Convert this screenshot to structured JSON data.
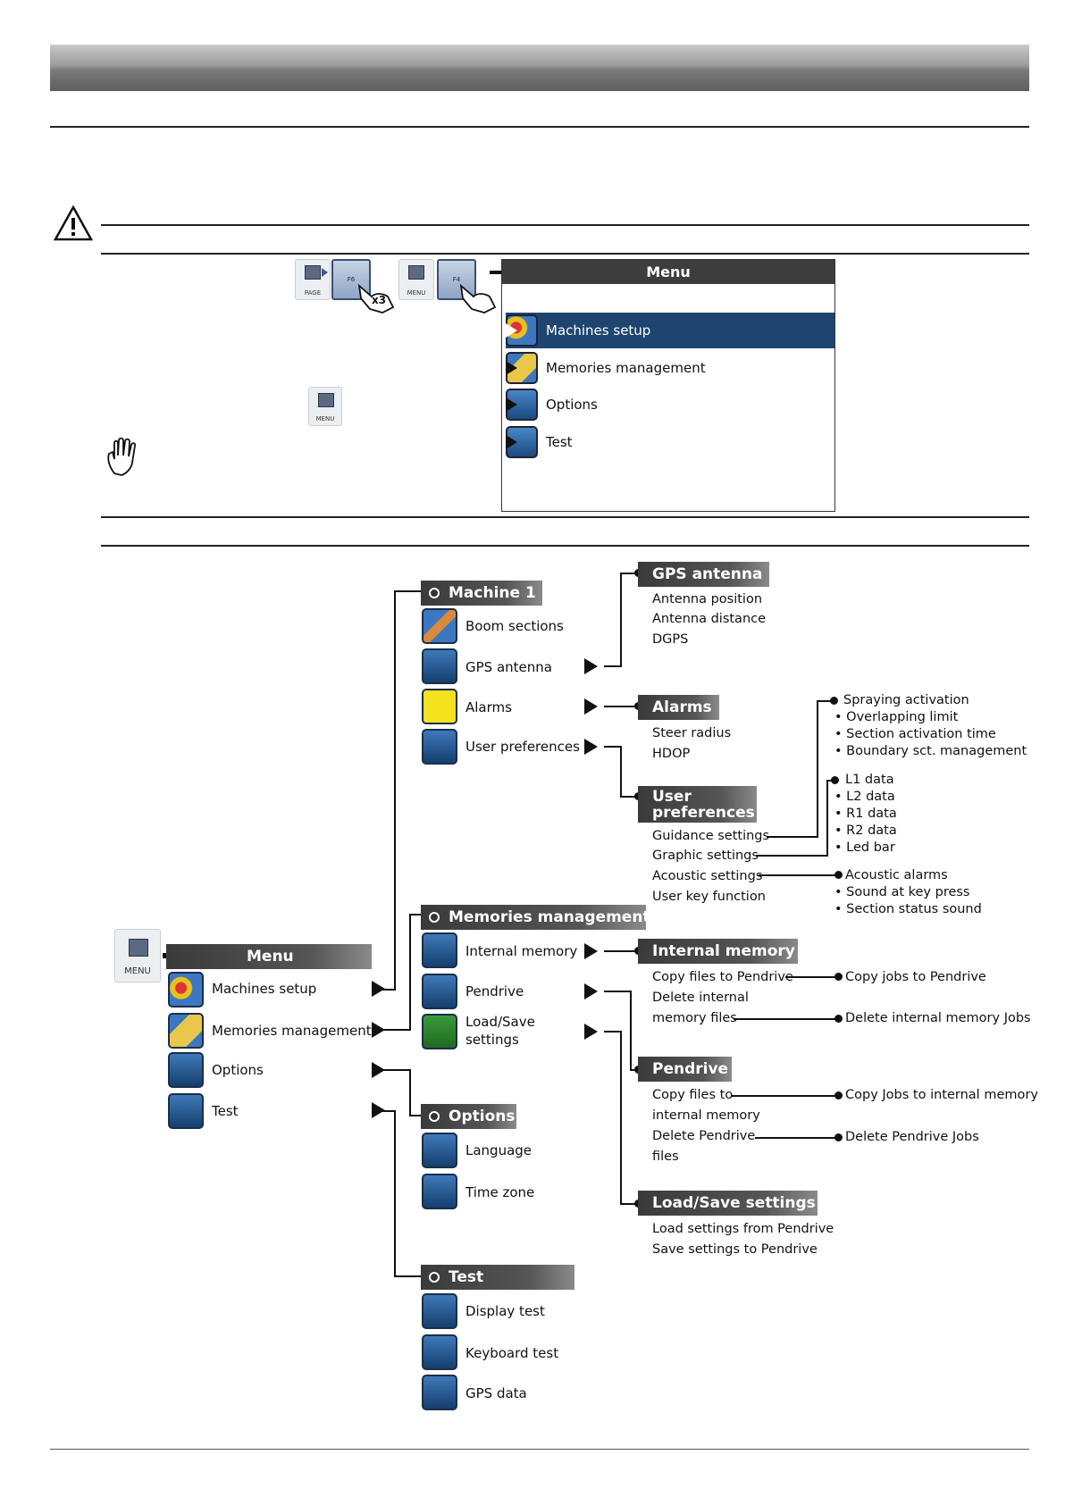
{
  "screen_menu": {
    "title": "Menu",
    "items": [
      {
        "label": "Machines setup",
        "selected": true
      },
      {
        "label": "Memories management"
      },
      {
        "label": "Options"
      },
      {
        "label": "Test"
      }
    ]
  },
  "keys": {
    "page": "PAGE",
    "f6": "F6",
    "x3": "x3",
    "menu": "MENU",
    "f4": "F4",
    "menu_small": "MENU"
  },
  "tree": {
    "root": {
      "key_label": "MENU",
      "title": "Menu",
      "items": [
        "Machines setup",
        "Memories management",
        "Options",
        "Test"
      ]
    },
    "machine1": {
      "title": "Machine 1",
      "items": [
        "Boom sections",
        "GPS antenna",
        "Alarms",
        "User preferences"
      ]
    },
    "gps_antenna": {
      "title": "GPS antenna",
      "items": [
        "Antenna position",
        "Antenna distance",
        "DGPS"
      ]
    },
    "alarms": {
      "title": "Alarms",
      "items": [
        "Steer radius",
        "HDOP"
      ]
    },
    "user_prefs": {
      "title_1": "User",
      "title_2": "preferences",
      "items": [
        "Guidance settings",
        "Graphic settings",
        "Acoustic settings",
        "User key function"
      ]
    },
    "guidance": [
      "Spraying activation",
      "Overlapping limit",
      "Section activation time",
      "Boundary sct. management"
    ],
    "graphic": [
      "L1 data",
      "L2 data",
      "R1 data",
      "R2 data",
      "Led bar"
    ],
    "acoustic": [
      "Acoustic alarms",
      "Sound at key press",
      "Section status sound"
    ],
    "memories": {
      "title": "Memories management",
      "items": [
        "Internal memory",
        "Pendrive",
        "Load/Save",
        "settings"
      ]
    },
    "internal_memory": {
      "title": "Internal memory",
      "items": [
        "Copy files to Pendrive",
        "Delete internal",
        "memory files"
      ],
      "results": [
        "Copy jobs to Pendrive",
        "Delete internal memory Jobs"
      ]
    },
    "pendrive": {
      "title": "Pendrive",
      "items": [
        "Copy files to",
        "internal memory",
        "Delete Pendrive",
        "files"
      ],
      "results": [
        "Copy Jobs to internal memory",
        "Delete Pendrive Jobs"
      ]
    },
    "load_save": {
      "title": "Load/Save settings",
      "items": [
        "Load settings from Pendrive",
        "Save settings to Pendrive"
      ]
    },
    "options": {
      "title": "Options",
      "items": [
        "Language",
        "Time zone"
      ]
    },
    "test": {
      "title": "Test",
      "items": [
        "Display test",
        "Keyboard test",
        "GPS data"
      ]
    }
  },
  "bullet": "•"
}
